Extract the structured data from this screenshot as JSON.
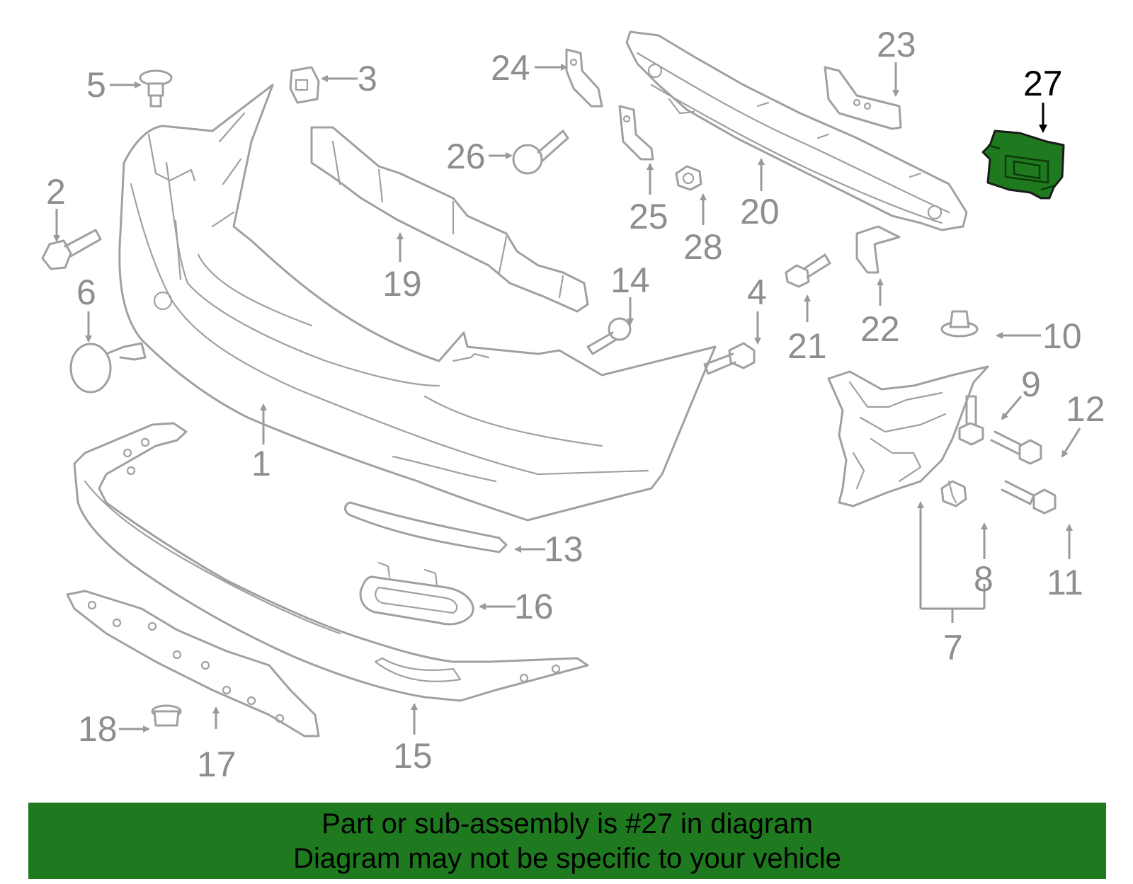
{
  "diagram": {
    "highlighted_part": "27",
    "callouts": [
      "1",
      "2",
      "3",
      "4",
      "5",
      "6",
      "7",
      "8",
      "9",
      "10",
      "11",
      "12",
      "13",
      "14",
      "15",
      "16",
      "17",
      "18",
      "19",
      "20",
      "21",
      "22",
      "23",
      "24",
      "25",
      "26",
      "27",
      "28"
    ]
  },
  "banner": {
    "line1": "Part or sub-assembly is #27 in diagram",
    "line2": "Diagram may not be specific to your vehicle",
    "color": "#1f7a1f"
  }
}
